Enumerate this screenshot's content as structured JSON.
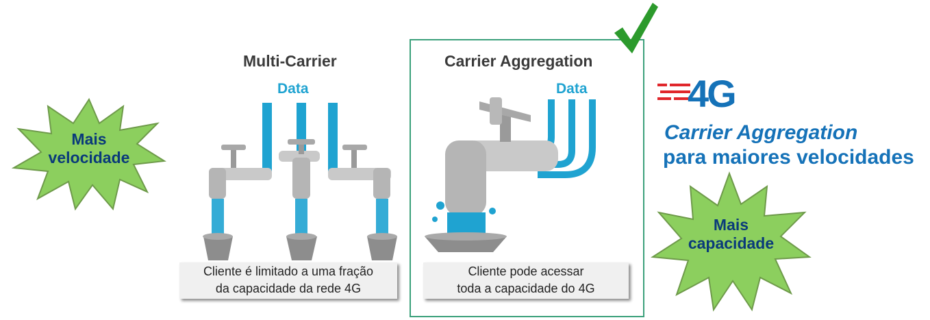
{
  "bursts": {
    "left": {
      "line1": "Mais",
      "line2": "velocidade"
    },
    "right": {
      "line1": "Mais",
      "line2": "capacidade"
    }
  },
  "multi_carrier": {
    "title": "Multi-Carrier",
    "data_label": "Data",
    "caption_line1": "Cliente é limitado a uma fração",
    "caption_line2": "da capacidade da rede 4G"
  },
  "carrier_aggregation": {
    "title": "Carrier Aggregation",
    "data_label": "Data",
    "caption_line1": "Cliente pode acessar",
    "caption_line2": "toda a capacidade do 4G"
  },
  "brand": {
    "logo_text": "4G",
    "tagline_line1": "Carrier Aggregation",
    "tagline_line2": "para maiores velocidades"
  },
  "colors": {
    "burst_fill": "#8ccf5e",
    "burst_text": "#0a3a7a",
    "water": "#1fa3d1",
    "frame": "#3aa07a",
    "checkmark": "#2c9a2c",
    "brand_blue": "#1572b8",
    "logo_red": "#e0262b"
  },
  "icons": [
    "checkmark-icon",
    "faucet-icon",
    "bucket-icon",
    "logo-4g-icon"
  ]
}
